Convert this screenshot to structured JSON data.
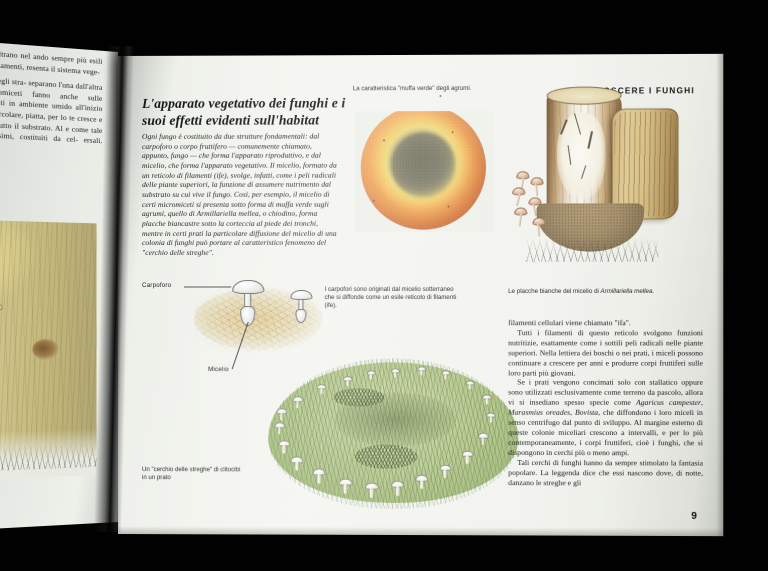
{
  "book": {
    "running_head": "CONOSCERE I FUNGHI",
    "page_number": "9"
  },
  "left_page": {
    "text_fragments": [
      "l fungo, si infiltrano nel ando sempre più esili e, reticolo di filamenti, resenta il sistema vege-",
      "miceli anche negli stra- separano l'una dall'altra iceli di fitomiceti fanno anche sulle marmellate, nuti in ambiente umido all'inizio formano co- circolare, piatta, per lo te cresce e che può ri- o tutto il substrato. Al e come tale micelio sia ssimi, costituiti da cel- ersali. Ognuno di tali"
    ],
    "photo_caption": ""
  },
  "article": {
    "title": "L'apparato vegetativo dei funghi e i suoi effetti evidenti sull'habitat",
    "intro": "Ogni fungo è costituito da due strutture fondamentali: dal carpoforo o corpo fruttifero — comunemente chiamato, appunto, fungo — che forma l'apparato riproduttivo, e dal micelio, che forma l'apparato vegetativo. Il micelio, formato da un reticolo di filamenti (ife), svolge, infatti, come i peli radicali delle piante superiori, la funzione di assumere nutrimento dal substrato su cui vive il fungo. Così, per esempio, il micelio di certi micromiceti si presenta sotto forma di muffa verde sugli agrumi, quello di Armillariella mellea, o chiodino, forma placche biancastre sotto la corteccia al piede dei tronchi, mentre in certi prati la particolare diffusione del micelio di una colonia di funghi può portare al caratteristico fenomeno del \"cerchio delle streghe\"."
  },
  "figures": {
    "orange_mould": {
      "caption": "La caratteristica \"muffa verde\" degli agrumi.",
      "colors": {
        "rind_outer": "#e0783c",
        "rind_mid": "#f0b257",
        "halo": "#ecd977",
        "mould_core": "#8b8d74"
      }
    },
    "stump": {
      "caption_prefix": "Le placche bianche del micelio di ",
      "caption_species": "Armillariella mellea",
      "caption_suffix": ".",
      "colors": {
        "bark": "#c9ae78",
        "wood": "#f2ecdc",
        "mycelium": "#fbfaf4"
      }
    },
    "diagram": {
      "label_carpoforo": "Carpoforo",
      "label_micelio": "Micelio",
      "caption": "I carpofori sono originati dal micelio sotterraneo che si diffonde come un esile reticolo di filamenti (ife)."
    },
    "fairy_ring": {
      "caption": "Un \"cerchio delle streghe\" di clitocibi in un prato",
      "colors": {
        "grass": "#b4c88b",
        "mushroom": "#f3f4ec"
      }
    }
  },
  "body_column": {
    "paragraphs": [
      {
        "indent": false,
        "text": "filamenti cellulari viene chiamato \"ifa\"."
      },
      {
        "indent": true,
        "text": "Tutti i filamenti di questo reticolo svolgono funzioni nutritizie, esattamente come i sottili peli radicali nelle piante superiori. Nella lettiera dei boschi o nei prati, i miceli possono continuare a crescere per anni e produrre corpi fruttiferi sulle loro parti più giovani."
      },
      {
        "indent": true,
        "text": "Se i prati vengono concimati solo con stallatico oppure sono utilizzati esclusivamente come terreno da pascolo, allora vi si insediano spesso specie come Agaricus campester, Marasmius oreades, Bovista, che diffondono i loro miceli in senso centrifugo dal punto di sviluppo. Al margine esterno di queste colonie miceliari crescono a intervalli, e per lo più contemporaneamente, i corpi fruttiferi, cioè i funghi, che si dispongono in cerchi più o meno ampi."
      },
      {
        "indent": true,
        "text": "Tali cerchi di funghi hanno da sempre stimolato la fantasia popolare. La leggenda dice che essi nascono dove, di notte, danzano le streghe e gli"
      }
    ],
    "italic_species": [
      "Agaricus campester",
      "Marasmius oreades",
      "Bovista"
    ]
  },
  "scene": {
    "background_color": "#000000",
    "paper_color": "#f2f3ee"
  }
}
